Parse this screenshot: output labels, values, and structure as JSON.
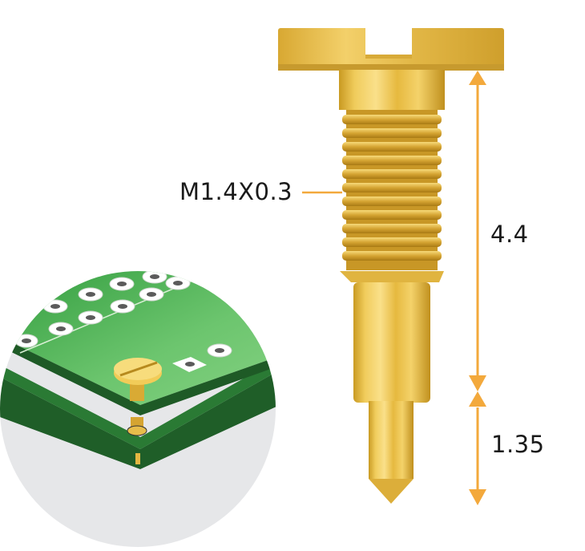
{
  "diagram": {
    "title": "Spring-loaded slotted screw pin (pogo pin) dimension drawing",
    "labels": {
      "thread_spec": "M1.4X0.3",
      "upper_length": "4.4",
      "lower_length": "1.35"
    },
    "parts": [
      "slotted-head",
      "collar",
      "threaded-section",
      "flange",
      "barrel",
      "plunger",
      "pointed-tip"
    ],
    "inset": {
      "description": "Close-up of screw pin mounted through stacked green PCBs",
      "board_color": "#3fa24a",
      "background_color": "#e6e7e9"
    },
    "colors": {
      "gold_light": "#f5d36a",
      "gold_mid": "#e2b43a",
      "gold_dark": "#b98a1c",
      "dimension_line": "#f3a93c",
      "text": "#1a1a1a"
    }
  }
}
